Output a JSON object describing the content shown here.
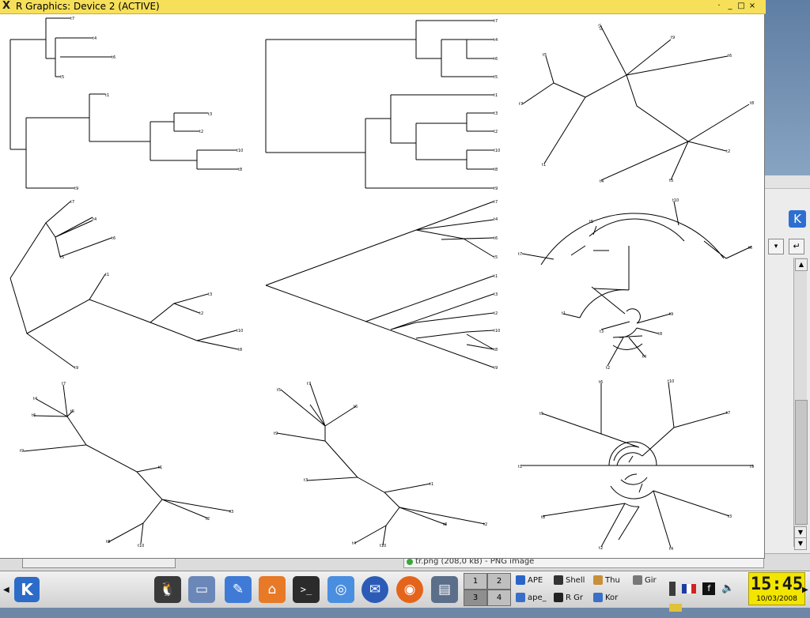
{
  "window": {
    "title": "R Graphics: Device 2 (ACTIVE)",
    "controls": {
      "minimize": "_",
      "maximize": "□",
      "close": "×"
    }
  },
  "background_window": {
    "status_text": "tr.png (208,0 kB) - PNG image"
  },
  "tip_labels": [
    "t1",
    "t2",
    "t3",
    "t4",
    "t5",
    "t6",
    "t7",
    "t8",
    "t9",
    "t10"
  ],
  "plots": {
    "p1": {
      "type": "phylogram",
      "tips": [
        "t7",
        "t4",
        "t6",
        "t5",
        "t1",
        "t3",
        "t2",
        "t10",
        "t8",
        "t9"
      ]
    },
    "p2": {
      "type": "cladogram",
      "tips": [
        "t7",
        "t4",
        "t6",
        "t5",
        "t1",
        "t3",
        "t2",
        "t10",
        "t8",
        "t9"
      ]
    },
    "p3": {
      "type": "unrooted",
      "tips": [
        "t10",
        "t9",
        "t6",
        "t5",
        "t7",
        "t1",
        "t8",
        "t4",
        "t3",
        "t2"
      ]
    },
    "p4": {
      "type": "phylogram-unrooted",
      "tips": [
        "t7",
        "t4",
        "t6",
        "t5",
        "t1",
        "t3",
        "t2",
        "t10",
        "t8",
        "t9"
      ]
    },
    "p5": {
      "type": "cladogram-triangular",
      "tips": [
        "t7",
        "t4",
        "t6",
        "t5",
        "t1",
        "t3",
        "t2",
        "t10",
        "t8",
        "t9"
      ]
    },
    "p6": {
      "type": "fan",
      "tips": [
        "t10",
        "t5",
        "t6",
        "t7",
        "t1",
        "t4",
        "t3",
        "t2",
        "t9",
        "t8"
      ]
    },
    "p7": {
      "type": "unrooted",
      "tips": [
        "t7",
        "t4",
        "t6",
        "t5",
        "t9",
        "t1",
        "t3",
        "t2",
        "t8",
        "t10"
      ]
    },
    "p8": {
      "type": "unrooted",
      "tips": [
        "t5",
        "t7",
        "t6",
        "t9",
        "t1",
        "t3",
        "t2",
        "t8",
        "t10",
        "t4"
      ]
    },
    "p9": {
      "type": "radial",
      "tips": [
        "t6",
        "t10",
        "t5",
        "t7",
        "t1",
        "t9",
        "t8",
        "t3",
        "t2",
        "t4"
      ]
    }
  },
  "taskbar": {
    "kmenu_label": "K",
    "launchers": [
      {
        "name": "tux",
        "glyph": "🐧"
      },
      {
        "name": "windows",
        "glyph": "▭"
      },
      {
        "name": "edit",
        "glyph": "✎"
      },
      {
        "name": "home",
        "glyph": "⌂"
      },
      {
        "name": "terminal",
        "glyph": ">_"
      },
      {
        "name": "network",
        "glyph": "◎"
      },
      {
        "name": "thunderbird",
        "glyph": "✉"
      },
      {
        "name": "firefox",
        "glyph": "◉"
      },
      {
        "name": "office",
        "glyph": "▤"
      }
    ],
    "pager": {
      "desktops": [
        "1",
        "2",
        "3",
        "4"
      ]
    },
    "tasks": [
      {
        "label": "APE",
        "icon_color": "#2a65c8"
      },
      {
        "label": "Shell",
        "icon_color": "#333333"
      },
      {
        "label": "Thu",
        "icon_color": "#c88f3a"
      },
      {
        "label": "Gir",
        "icon_color": "#777777"
      },
      {
        "label": "ape_",
        "icon_color": "#3a6fc9"
      },
      {
        "label": "R Gr",
        "icon_color": "#222222"
      },
      {
        "label": "Kor",
        "icon_color": "#3c70c8"
      }
    ],
    "tray": {
      "icons": [
        "battery",
        "flag",
        "font",
        "speaker",
        "keyring"
      ]
    },
    "clock": {
      "time": "15:45",
      "date": "10/03/2008"
    }
  }
}
